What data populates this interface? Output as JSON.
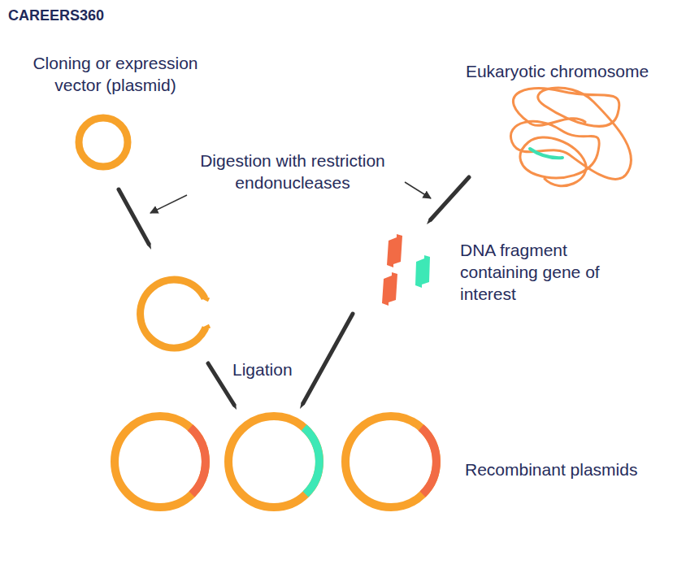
{
  "diagram": {
    "labels": [
      "CAREERS360",
      "Cloning or expression vector (plasmid)",
      "Eukaryotic chromosome",
      "Digestion with restriction endonucleases",
      "DNA fragment containing gene of interest",
      "Ligation",
      "Recombinant plasmids"
    ]
  }
}
